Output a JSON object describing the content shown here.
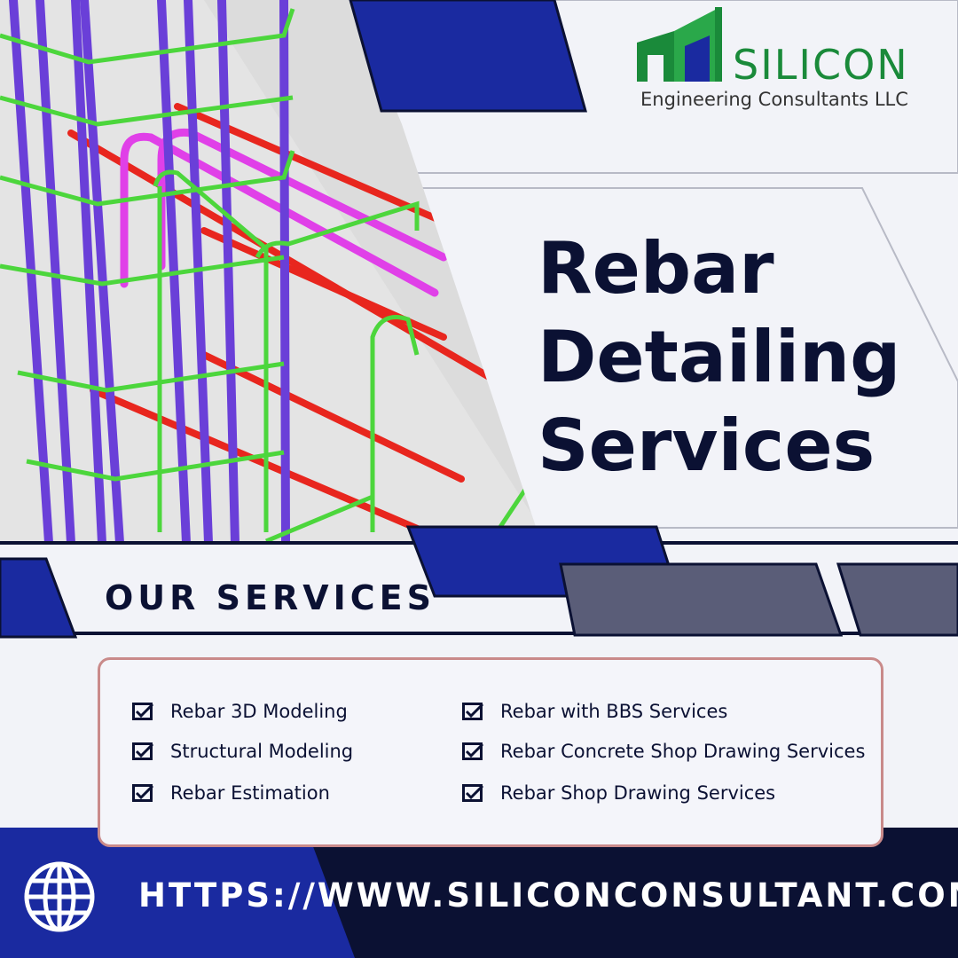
{
  "brand": {
    "name": "SILICON",
    "subtitle": "Engineering Consultants LLC",
    "logo_icon": "building-logo-icon"
  },
  "headline": {
    "lines": [
      "Rebar",
      "Detailing",
      "Services"
    ]
  },
  "hero_image": {
    "icon": "rebar-3d-model-illustration"
  },
  "services": {
    "title": "OUR SERVICES",
    "items": [
      "Rebar 3D Modeling",
      "Structural Modeling",
      "Rebar Estimation",
      "Rebar with BBS Services",
      "Rebar Concrete Shop Drawing Services",
      "Rebar Shop Drawing Services"
    ],
    "check_icon": "checkbox-checked-icon"
  },
  "footer": {
    "url": "HTTPS://WWW.SILICONCONSULTANT.COM",
    "globe_icon": "globe-icon"
  },
  "colors": {
    "navy": "#0b1133",
    "royal_blue": "#1a2aa0",
    "slate": "#5a5d78",
    "brand_green": "#1a8a3a",
    "background": "#f2f3f8"
  }
}
